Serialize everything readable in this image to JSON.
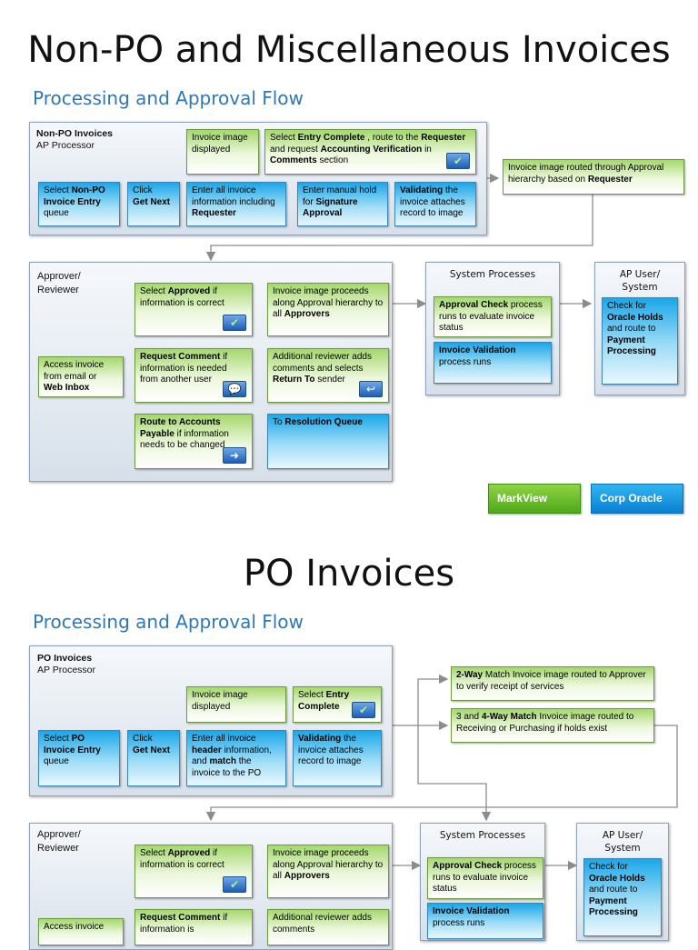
{
  "non_po": {
    "title": "Non-PO and Miscellaneous Invoices",
    "subtitle": "Processing and Approval Flow",
    "ap_panel": {
      "title_bold": "Non-PO Invoices",
      "title_sub": "AP Processor",
      "image_displayed": "Invoice image displayed",
      "entry_complete": {
        "p1": "Select ",
        "b1": "Entry Complete",
        "p2": " , route to the ",
        "b2": "Requester",
        "p3": " and request ",
        "b3": "Accounting Verification",
        "p4": " in ",
        "b4": "Comments",
        "p5": " section"
      },
      "select_queue": {
        "p1": "Select ",
        "b1": "Non-PO Invoice Entry",
        "p2": " queue"
      },
      "click_next": {
        "p1": "Click ",
        "b1": "Get Next"
      },
      "enter_info": {
        "p1": "Enter all invoice information including ",
        "b1": "Requester"
      },
      "manual_hold": {
        "p1": "Enter manual hold for ",
        "b1": "Signature Approval"
      },
      "validating": {
        "b1": "Validating",
        "p1": " the invoice attaches record to image"
      }
    },
    "routed": {
      "p1": "Invoice image routed through Approval hierarchy based on ",
      "b1": "Requester"
    },
    "approver": {
      "title": "Approver/ Reviewer",
      "access": {
        "p1": "Access invoice from email or ",
        "b1": "Web Inbox"
      },
      "approved": {
        "p1": "Select ",
        "b1": "Approved",
        "p2": " if information is correct"
      },
      "proceeds": {
        "p1": "Invoice image proceeds along Approval hierarchy to all ",
        "b1": "Approvers"
      },
      "request_comment": {
        "b1": "Request Comment",
        "p1": " if information is needed from another user"
      },
      "additional": {
        "p1": "Additional reviewer adds comments and selects ",
        "b1": "Return To",
        "p2": " sender"
      },
      "route_ap": {
        "b1": "Route to Accounts Payable",
        "p1": " if information needs to be changed"
      },
      "resolution": {
        "p1": "To ",
        "b1": "Resolution Queue"
      }
    },
    "system": {
      "title": "System Processes",
      "approval_check": {
        "b1": "Approval Check",
        "p1": " process runs to evaluate invoice status"
      },
      "validation": {
        "b1": "Invoice Validation",
        "p1": " process runs"
      }
    },
    "ap_user": {
      "title": "AP User/ System",
      "check": {
        "p1": "Check for ",
        "b1": "Oracle Holds",
        "p2": " and route to ",
        "b2": "Payment Processing"
      }
    },
    "legend": {
      "markview": "MarkView",
      "corp_oracle": "Corp Oracle"
    }
  },
  "po": {
    "title": "PO Invoices",
    "subtitle": "Processing and Approval Flow",
    "ap_panel": {
      "title_bold": "PO Invoices",
      "title_sub": "AP Processor",
      "image_displayed": "Invoice image displayed",
      "entry_complete": {
        "p1": "Select ",
        "b1": "Entry Complete"
      },
      "select_queue": {
        "p1": "Select ",
        "b1": "PO Invoice Entry",
        "p2": " queue"
      },
      "click_next": {
        "p1": "Click ",
        "b1": "Get Next"
      },
      "enter_info": {
        "p1": "Enter all invoice ",
        "b1": "header",
        "p2": " information, and ",
        "b2": "match",
        "p3": " the invoice to the PO"
      },
      "validating": {
        "b1": "Validating",
        "p1": " the invoice attaches record to image"
      }
    },
    "two_way": {
      "b1": "2-Way",
      "p1": " Match Invoice image routed to Approver to verify receipt of services"
    },
    "three_four_way": {
      "p1": "3 and ",
      "b1": "4-Way Match",
      "p2": " Invoice image routed to Receiving or Purchasing if holds exist"
    },
    "approver": {
      "title": "Approver/ Reviewer",
      "access": {
        "p1": "Access invoice"
      },
      "approved": {
        "p1": "Select ",
        "b1": "Approved",
        "p2": " if information is correct"
      },
      "proceeds": {
        "p1": "Invoice image proceeds along Approval hierarchy to all ",
        "b1": "Approvers"
      },
      "request_comment": {
        "b1": "Request Comment",
        "p1": " if information is"
      },
      "additional": {
        "p1": "Additional reviewer adds comments"
      }
    },
    "system": {
      "title": "System Processes",
      "approval_check": {
        "b1": "Approval Check",
        "p1": " process runs to evaluate invoice status"
      },
      "validation": {
        "b1": "Invoice Validation",
        "p1": " process runs"
      }
    },
    "ap_user": {
      "title": "AP User/ System",
      "check": {
        "p1": "Check for ",
        "b1": "Oracle Holds",
        "p2": " and route to ",
        "b2": "Payment Processing"
      }
    }
  },
  "icons": {
    "check": "check-icon",
    "comment": "comment-bubble-icon",
    "return": "return-arrow-icon",
    "route_user": "route-user-icon"
  },
  "colors": {
    "markview_green": "#6cc02c",
    "corp_oracle_blue": "#1a9ae6",
    "subtitle_blue": "#2f77b5"
  }
}
